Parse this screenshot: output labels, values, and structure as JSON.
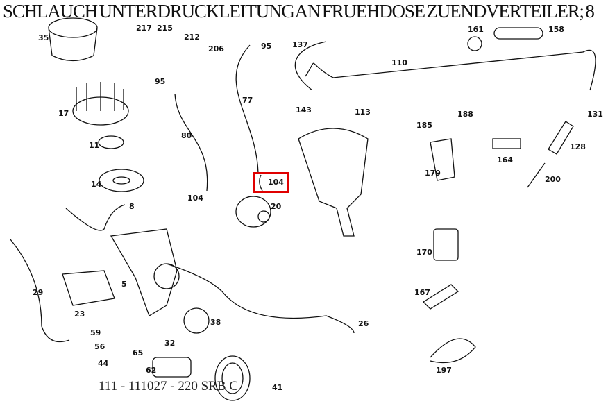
{
  "title": "SCHLAUCH UNTERDRUCKLEITUNG AN FRUEHDOSE ZUENDVERTEILER; 8",
  "footer": "111 - 111027 - 220 SRB C",
  "highlight_color": "#e00000",
  "highlighted_part": "104",
  "parts": [
    "35",
    "217",
    "215",
    "212",
    "206",
    "95",
    "95",
    "17",
    "11",
    "80",
    "77",
    "14",
    "104",
    "104",
    "20",
    "137",
    "110",
    "161",
    "158",
    "143",
    "113",
    "188",
    "185",
    "131",
    "128",
    "164",
    "179",
    "200",
    "8",
    "170",
    "29",
    "5",
    "23",
    "38",
    "26",
    "167",
    "59",
    "56",
    "32",
    "65",
    "44",
    "62",
    "41",
    "197"
  ]
}
